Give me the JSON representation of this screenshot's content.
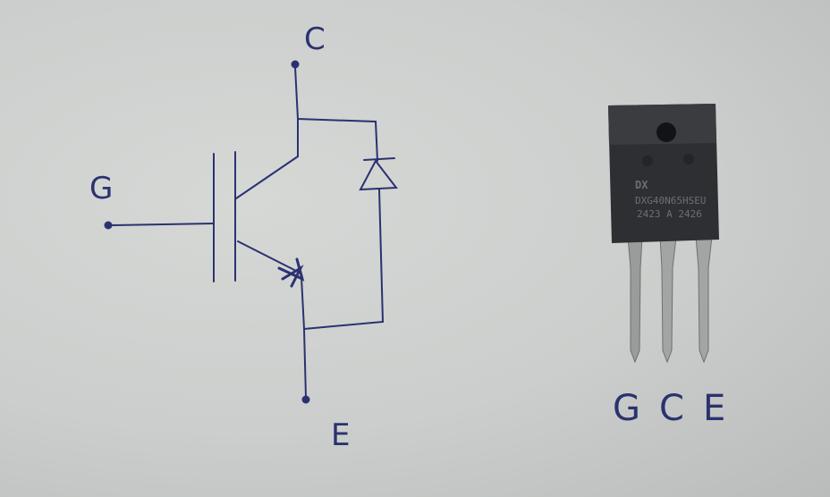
{
  "scene": {
    "description": "Hand-drawn IGBT schematic symbol with anti-parallel diode next to a TO-247 IGBT package"
  },
  "schematic": {
    "label_collector": "C",
    "label_gate": "G",
    "label_emitter": "E",
    "ink_color": "#2b3270"
  },
  "component": {
    "logo": "DX",
    "part_number": "DXG40N65HSEU",
    "date_code": "2423 A 2426",
    "pin_labels": [
      "G",
      "C",
      "E"
    ]
  }
}
